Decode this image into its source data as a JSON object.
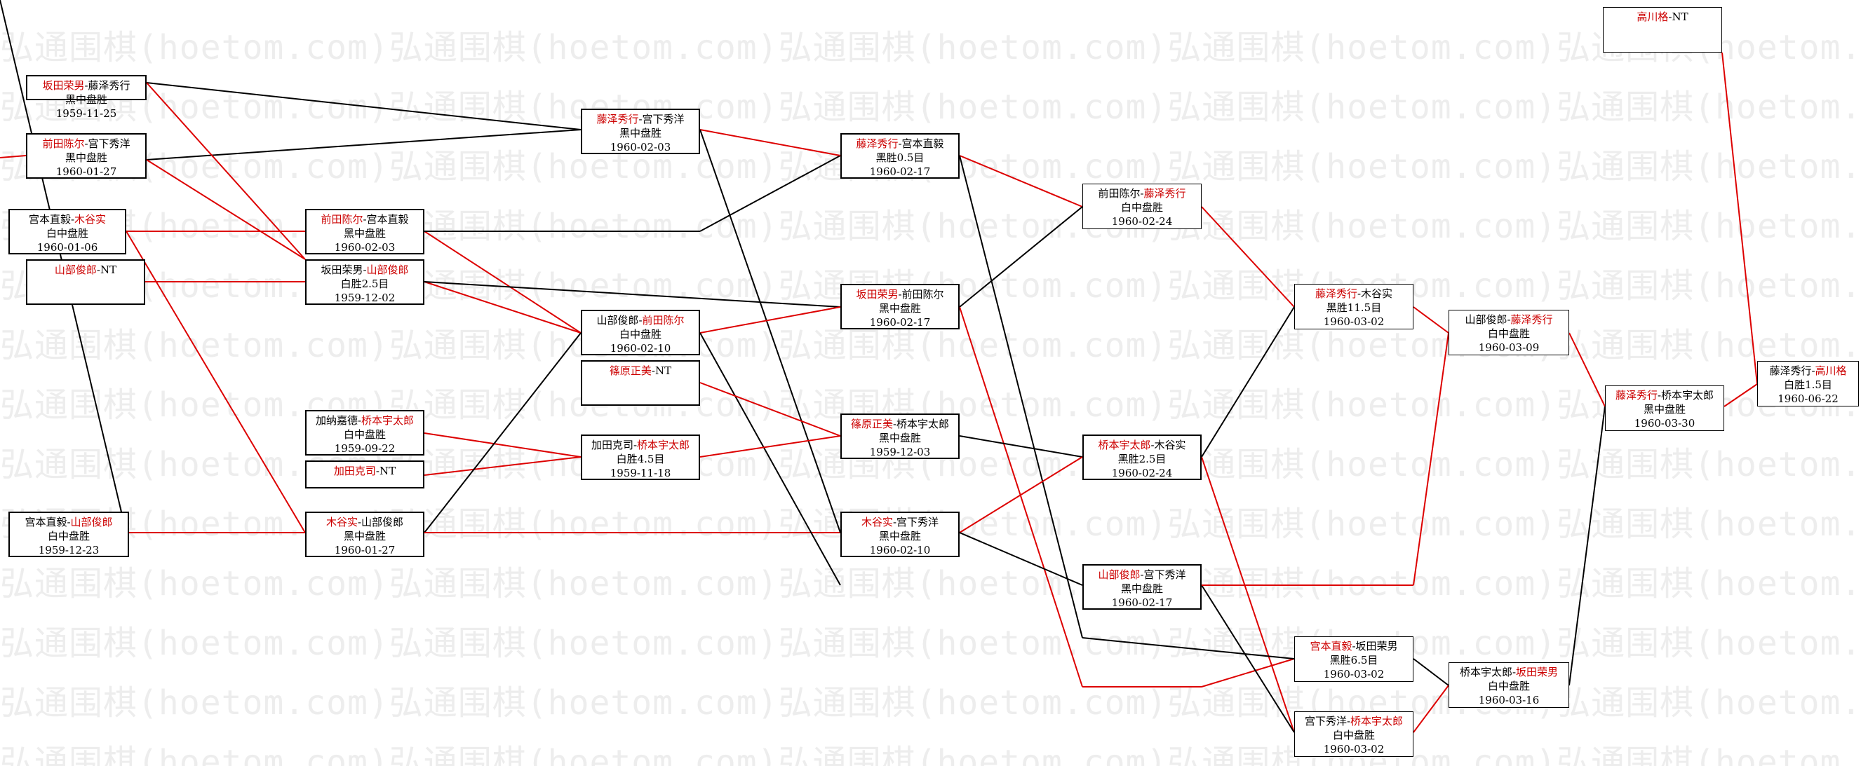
{
  "watermark": "弘通围棋(hoetom.com)",
  "colors": {
    "winner": "#cc0000",
    "line_black": "#000000",
    "line_red": "#dd0000"
  },
  "games": [
    {
      "id": "g1",
      "p1": "坂田荣男",
      "p2": "藤泽秀行",
      "winner": 1,
      "result": "黑中盘胜",
      "date": "1959-11-25"
    },
    {
      "id": "g2",
      "p1": "前田陈尔",
      "p2": "宫下秀洋",
      "winner": 1,
      "result": "黑中盘胜",
      "date": "1960-01-27"
    },
    {
      "id": "g3",
      "p1": "宫本直毅",
      "p2": "木谷实",
      "winner": 2,
      "result": "白中盘胜",
      "date": "1960-01-06"
    },
    {
      "id": "g4",
      "p1": "山部俊郎",
      "p2": "NT",
      "winner": 1,
      "result": "",
      "date": ""
    },
    {
      "id": "g5",
      "p1": "宫本直毅",
      "p2": "山部俊郎",
      "winner": 2,
      "result": "白中盘胜",
      "date": "1959-12-23"
    },
    {
      "id": "g6",
      "p1": "藤泽秀行",
      "p2": "宫下秀洋",
      "winner": 1,
      "result": "黑中盘胜",
      "date": "1960-02-03"
    },
    {
      "id": "g7",
      "p1": "前田陈尔",
      "p2": "宫本直毅",
      "winner": 1,
      "result": "黑中盘胜",
      "date": "1960-02-03"
    },
    {
      "id": "g8",
      "p1": "坂田荣男",
      "p2": "山部俊郎",
      "winner": 2,
      "result": "白胜2.5目",
      "date": "1959-12-02"
    },
    {
      "id": "g9",
      "p1": "加纳嘉德",
      "p2": "桥本宇太郎",
      "winner": 2,
      "result": "白中盘胜",
      "date": "1959-09-22"
    },
    {
      "id": "g10",
      "p1": "加田克司",
      "p2": "NT",
      "winner": 1,
      "result": "",
      "date": ""
    },
    {
      "id": "g11",
      "p1": "木谷实",
      "p2": "山部俊郎",
      "winner": 1,
      "result": "黑中盘胜",
      "date": "1960-01-27"
    },
    {
      "id": "g12",
      "p1": "山部俊郎",
      "p2": "前田陈尔",
      "winner": 2,
      "result": "白中盘胜",
      "date": "1960-02-10"
    },
    {
      "id": "g13",
      "p1": "篠原正美",
      "p2": "NT",
      "winner": 1,
      "result": "",
      "date": ""
    },
    {
      "id": "g14",
      "p1": "加田克司",
      "p2": "桥本宇太郎",
      "winner": 2,
      "result": "白胜4.5目",
      "date": "1959-11-18"
    },
    {
      "id": "g15",
      "p1": "藤泽秀行",
      "p2": "宫本直毅",
      "winner": 1,
      "result": "黑胜0.5目",
      "date": "1960-02-17"
    },
    {
      "id": "g16",
      "p1": "坂田荣男",
      "p2": "前田陈尔",
      "winner": 1,
      "result": "黑中盘胜",
      "date": "1960-02-17"
    },
    {
      "id": "g17",
      "p1": "篠原正美",
      "p2": "桥本宇太郎",
      "winner": 1,
      "result": "黑中盘胜",
      "date": "1959-12-03"
    },
    {
      "id": "g18",
      "p1": "木谷实",
      "p2": "宫下秀洋",
      "winner": 1,
      "result": "黑中盘胜",
      "date": "1960-02-10"
    },
    {
      "id": "g19",
      "p1": "前田陈尔",
      "p2": "藤泽秀行",
      "winner": 2,
      "result": "白中盘胜",
      "date": "1960-02-24"
    },
    {
      "id": "g20",
      "p1": "桥本宇太郎",
      "p2": "木谷实",
      "winner": 1,
      "result": "黑胜2.5目",
      "date": "1960-02-24"
    },
    {
      "id": "g21",
      "p1": "山部俊郎",
      "p2": "宫下秀洋",
      "winner": 1,
      "result": "黑中盘胜",
      "date": "1960-02-17"
    },
    {
      "id": "g22",
      "p1": "藤泽秀行",
      "p2": "木谷实",
      "winner": 1,
      "result": "黑胜11.5目",
      "date": "1960-03-02"
    },
    {
      "id": "g23",
      "p1": "宫本直毅",
      "p2": "坂田荣男",
      "winner": 1,
      "result": "黑胜6.5目",
      "date": "1960-03-02"
    },
    {
      "id": "g24",
      "p1": "宫下秀洋",
      "p2": "桥本宇太郎",
      "winner": 2,
      "result": "白中盘胜",
      "date": "1960-03-02"
    },
    {
      "id": "g25",
      "p1": "山部俊郎",
      "p2": "藤泽秀行",
      "winner": 2,
      "result": "白中盘胜",
      "date": "1960-03-09"
    },
    {
      "id": "g26",
      "p1": "桥本宇太郎",
      "p2": "坂田荣男",
      "winner": 2,
      "result": "白中盘胜",
      "date": "1960-03-16"
    },
    {
      "id": "g27",
      "p1": "藤泽秀行",
      "p2": "桥本宇太郎",
      "winner": 1,
      "result": "黑中盘胜",
      "date": "1960-03-30"
    },
    {
      "id": "g28",
      "p1": "高川格",
      "p2": "NT",
      "winner": 1,
      "result": "",
      "date": ""
    },
    {
      "id": "g29",
      "p1": "藤泽秀行",
      "p2": "高川格",
      "winner": 2,
      "result": "白胜1.5目",
      "date": "1960-06-22"
    }
  ]
}
